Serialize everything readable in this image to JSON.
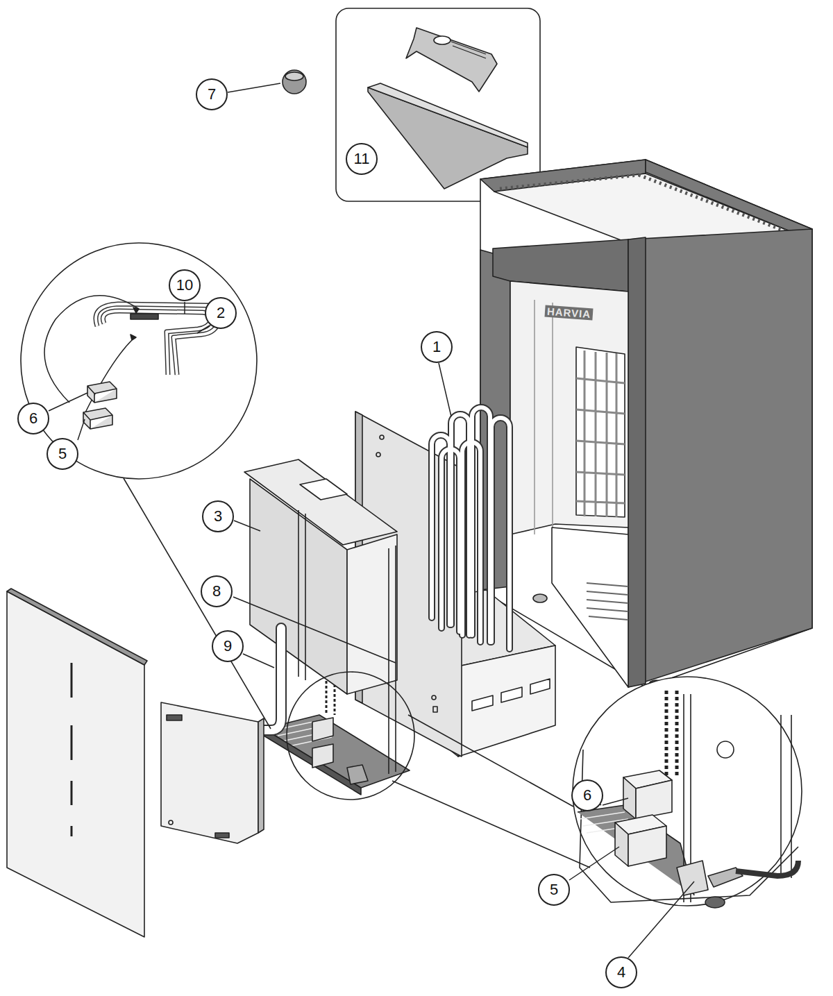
{
  "diagram": {
    "labels": [
      "7",
      "11",
      "10",
      "2",
      "1",
      "HARVIA",
      "6",
      "5",
      "3",
      "8",
      "9",
      "6",
      "5",
      "4"
    ]
  }
}
